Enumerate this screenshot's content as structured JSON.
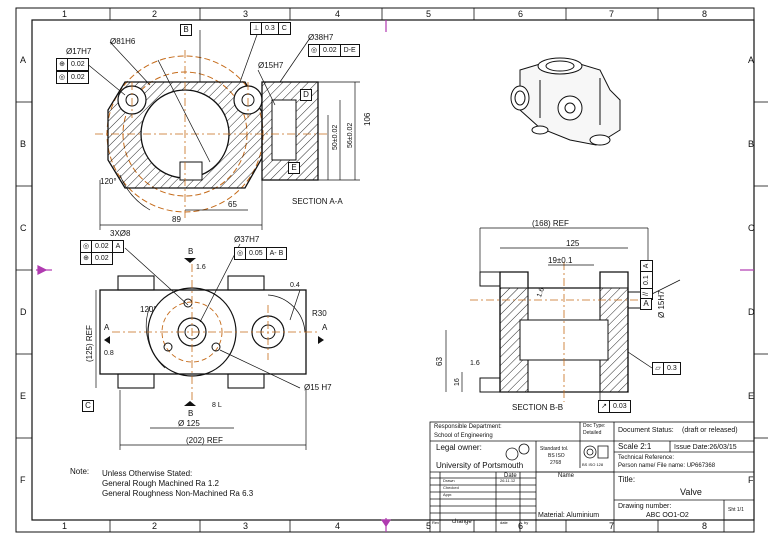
{
  "grid": {
    "columns": [
      "1",
      "2",
      "3",
      "4",
      "5",
      "6",
      "7",
      "8"
    ],
    "rows": [
      "A",
      "B",
      "C",
      "D",
      "E",
      "F"
    ]
  },
  "section_aa": {
    "title": "SECTION A-A",
    "dims": {
      "d81": "Ø81H6",
      "d17": "Ø17H7",
      "d38": "Ø38H7",
      "d15": "Ø15H7",
      "angle": "120°",
      "h106": "106",
      "h56": "56±0.02",
      "h50": "50±0.02",
      "w65": "65",
      "w89": "89"
    },
    "fcf_pos": {
      "sym": "⊕",
      "tol": "0.02"
    },
    "fcf_circ": {
      "sym": "◎",
      "tol": "0.02"
    },
    "fcf_perp": {
      "sym": "⊥",
      "tol": "0.3",
      "ref": "C"
    },
    "fcf_d38": {
      "sym": "◎",
      "tol": "0.02",
      "ref": "D-E"
    },
    "datum_b": "B",
    "datum_d": "D",
    "datum_e": "E"
  },
  "top_view": {
    "dims": {
      "holes": "3XØ8",
      "d37": "Ø37H7",
      "d15": "Ø15 H7",
      "d125": "Ø 125",
      "ref125": "(125) REF",
      "ref202": "(202) REF",
      "r30": "R30",
      "angle": "120°",
      "r16": "1.6",
      "r04": "0.4",
      "r08": "0.8",
      "r8l": "8 L"
    },
    "fcf_circ": {
      "sym": "◎",
      "tol": "0.02",
      "ref": "A"
    },
    "fcf_pos": {
      "sym": "⊕",
      "tol": "0.02"
    },
    "fcf_d37": {
      "sym": "◎",
      "tol": "0.05",
      "ref": "A- B"
    },
    "labels": {
      "a_left": "A",
      "a_right": "A",
      "b_top": "B",
      "b_bottom": "B"
    },
    "datum_c": "C"
  },
  "section_bb": {
    "title": "SECTION B-B",
    "dims": {
      "ref168": "(168) REF",
      "w125": "125",
      "w19": "19±0.1",
      "r16a": "1.6",
      "r16b": "1.6",
      "h63": "63",
      "h16": "16",
      "d15": "Ø 15H7"
    },
    "fcf_vert": {
      "sym": "//",
      "tol": "0.1",
      "ref": "A"
    },
    "fcf_flat": {
      "sym": "▱",
      "tol": "0.3"
    },
    "fcf_runout": {
      "sym": "↗",
      "tol": "0.03"
    },
    "datum_a": "A"
  },
  "notes": {
    "label": "Note:",
    "lines": [
      "Unless Otherwise Stated:",
      "General Rough Machined Ra 1.2",
      "General Roughness Non-Machined Ra 6.3"
    ]
  },
  "title_block": {
    "responsible_dept": "Responsible Department:",
    "school": "School of Engineering",
    "doc_type_label": "Doc Type:",
    "doc_type": "Detailed",
    "doc_status": "Document Status:",
    "doc_status_value": "(draft or released)",
    "legal_owner": "Legal owner:",
    "university": "University of Portsmouth",
    "standard_tol": [
      "Standard tol.",
      "BS ISO",
      "2768"
    ],
    "iso_label": "BS ISO 128",
    "scale": "Scale 2:1",
    "issue_date": "Issue Date:26/03/15",
    "tech_ref": "Technical Reference:",
    "person": "Person name/ File name: UP667368",
    "date_label": "Date",
    "name_label": "Name",
    "drawn_label": "Drawn",
    "drawn_date": "26.11.12",
    "checked_label": "Checked",
    "appr_label": "Appr.",
    "title_label": "Title:",
    "title_value": "Valve",
    "material": "Material: Aluminium",
    "rev_label": "Rev",
    "change_label": "change",
    "date_small": "date",
    "by_label": "by",
    "drawing_number_label": "Drawing number:",
    "drawing_number": "ABC OO1-O2",
    "sheet": "Sht 1/1"
  }
}
